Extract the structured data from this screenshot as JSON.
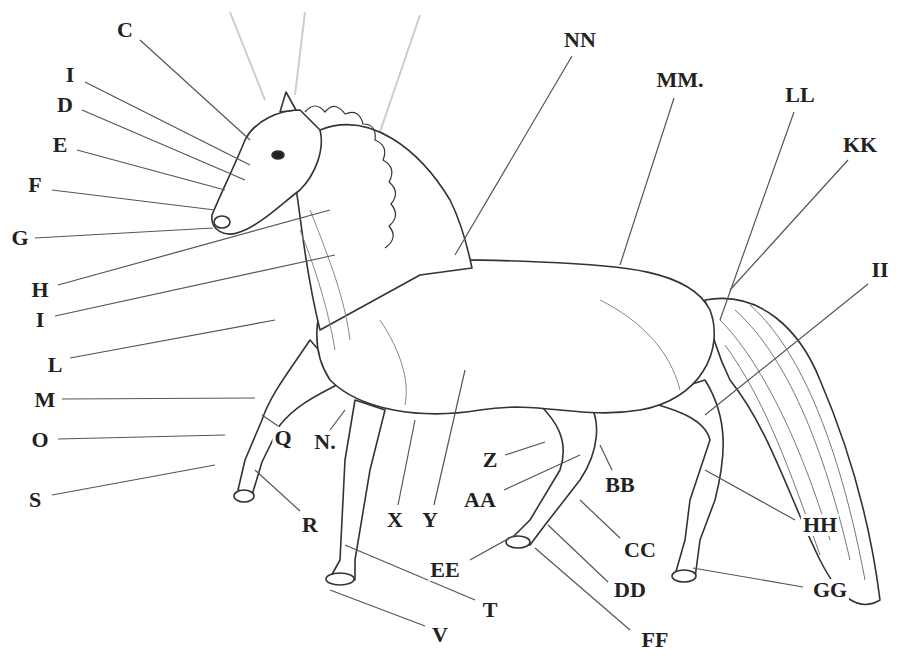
{
  "diagram": {
    "labels": [
      "C",
      "I",
      "D",
      "E",
      "F",
      "G",
      "H",
      "I",
      "L",
      "M",
      "O",
      "S",
      "Q",
      "N.",
      "R",
      "X",
      "Y",
      "T",
      "V",
      "Z",
      "AA",
      "EE",
      "BB",
      "CC",
      "DD",
      "FF",
      "GG",
      "HH",
      "II",
      "KK",
      "LL",
      "MM.",
      "NN"
    ]
  }
}
